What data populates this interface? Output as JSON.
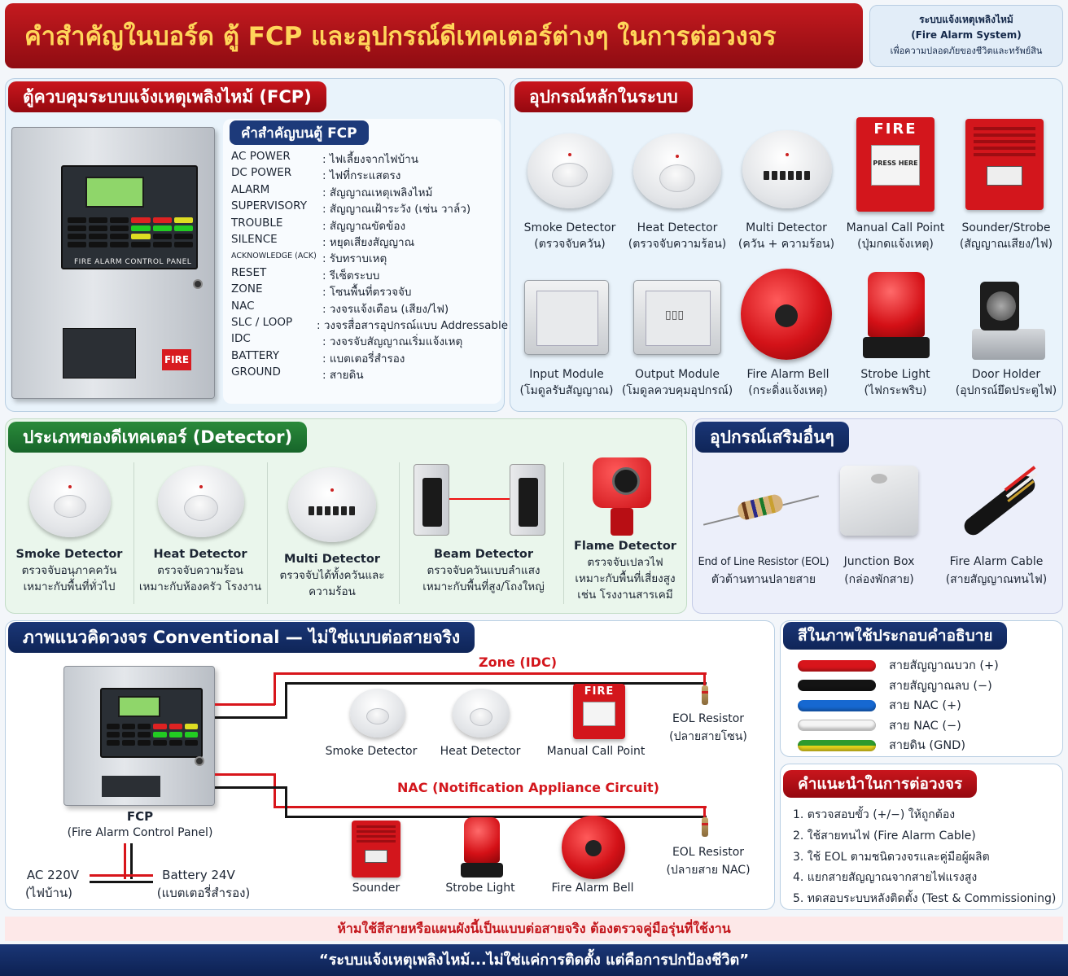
{
  "header": {
    "title": "คำสำคัญในบอร์ด ตู้ FCP และอุปกรณ์ดีเทคเตอร์ต่างๆ ในการต่อวงจร",
    "side_line1": "ระบบแจ้งเหตุเพลิงไหม้",
    "side_line2": "(Fire Alarm System)",
    "side_line3": "เพื่อความปลอดภัยของชีวิตและทรัพย์สิน"
  },
  "fcp_section": {
    "title": "ตู้ควบคุมระบบแจ้งเหตุเพลิงไหม้ (FCP)",
    "panel_label": "FIRE ALARM CONTROL PANEL",
    "fire_label": "FIRE",
    "terms_title": "คำสำคัญบนตู้ FCP",
    "terms": [
      {
        "key": "AC POWER",
        "val": ": ไฟเลี้ยงจากไฟบ้าน"
      },
      {
        "key": "DC POWER",
        "val": ": ไฟที่กระแสตรง"
      },
      {
        "key": "ALARM",
        "val": ": สัญญาณเหตุเพลิงไหม้"
      },
      {
        "key": "SUPERVISORY",
        "val": ": สัญญาณเฝ้าระวัง (เช่น วาล์ว)"
      },
      {
        "key": "TROUBLE",
        "val": ": สัญญาณขัดข้อง"
      },
      {
        "key": "SILENCE",
        "val": ": หยุดเสียงสัญญาณ"
      },
      {
        "key": "ACKNOWLEDGE (ACK)",
        "val": ": รับทราบเหตุ"
      },
      {
        "key": "RESET",
        "val": ": รีเซ็ตระบบ"
      },
      {
        "key": "ZONE",
        "val": ": โซนพื้นที่ตรวจจับ"
      },
      {
        "key": "NAC",
        "val": ": วงจรแจ้งเตือน (เสียง/ไฟ)"
      },
      {
        "key": "SLC / LOOP",
        "val": ": วงจรสื่อสารอุปกรณ์แบบ Addressable"
      },
      {
        "key": "IDC",
        "val": ": วงจรจับสัญญาณเริ่มแจ้งเหตุ"
      },
      {
        "key": "BATTERY",
        "val": ": แบตเตอรี่สำรอง"
      },
      {
        "key": "GROUND",
        "val": ": สายดิน"
      }
    ]
  },
  "devices_section": {
    "title": "อุปกรณ์หลักในระบบ",
    "mcp_text": "FIRE",
    "mcp_press": "PRESS HERE",
    "items": [
      {
        "name": "Smoke Detector",
        "desc": "(ตรวจจับควัน)"
      },
      {
        "name": "Heat Detector",
        "desc": "(ตรวจจับความร้อน)"
      },
      {
        "name": "Multi Detector",
        "desc": "(ควัน + ความร้อน)"
      },
      {
        "name": "Manual Call Point",
        "desc": "(ปุ่มกดแจ้งเหตุ)"
      },
      {
        "name": "Sounder/Strobe",
        "desc": "(สัญญาณเสียง/ไฟ)"
      },
      {
        "name": "Input Module",
        "desc": "(โมดูลรับสัญญาณ)"
      },
      {
        "name": "Output Module",
        "desc": "(โมดูลควบคุมอุปกรณ์)"
      },
      {
        "name": "Fire Alarm Bell",
        "desc": "(กระดิ่งแจ้งเหตุ)"
      },
      {
        "name": "Strobe Light",
        "desc": "(ไฟกระพริบ)"
      },
      {
        "name": "Door Holder",
        "desc": "(อุปกรณ์ยึดประตูไฟ)"
      }
    ]
  },
  "detector_types": {
    "title": "ประเภทของดีเทคเตอร์ (Detector)",
    "items": [
      {
        "name": "Smoke Detector",
        "line1": "ตรวจจับอนุภาคควัน",
        "line2": "เหมาะกับพื้นที่ทั่วไป"
      },
      {
        "name": "Heat Detector",
        "line1": "ตรวจจับความร้อน",
        "line2": "เหมาะกับห้องครัว โรงงาน"
      },
      {
        "name": "Multi Detector",
        "line1": "ตรวจจับได้ทั้งควันและ",
        "line2": "ความร้อน"
      },
      {
        "name": "Beam Detector",
        "line1": "ตรวจจับควันแบบลำแสง",
        "line2": "เหมาะกับพื้นที่สูง/โถงใหญ่"
      },
      {
        "name": "Flame Detector",
        "line1": "ตรวจจับเปลวไฟ",
        "line2": "เหมาะกับพื้นที่เสี่ยงสูง",
        "line3": "เช่น โรงงานสารเคมี"
      }
    ]
  },
  "accessories": {
    "title": "อุปกรณ์เสริมอื่นๆ",
    "items": [
      {
        "name": "End of Line Resistor (EOL)",
        "desc": "ตัวต้านทานปลายสาย"
      },
      {
        "name": "Junction Box",
        "desc": "(กล่องพักสาย)"
      },
      {
        "name": "Fire Alarm Cable",
        "desc": "(สายสัญญาณทนไฟ)"
      }
    ]
  },
  "conventional": {
    "title": "ภาพแนวคิดวงจร Conventional — ไม่ใช่แบบต่อสายจริง",
    "zone_label": "Zone (IDC)",
    "nac_label": "NAC (Notification Appliance Circuit)",
    "fcp_name": "FCP",
    "fcp_desc": "(Fire Alarm Control Panel)",
    "zone_devices": [
      "Smoke Detector",
      "Heat Detector",
      "Manual Call Point"
    ],
    "zone_eol": {
      "name": "EOL Resistor",
      "desc": "(ปลายสายโซน)"
    },
    "nac_devices": [
      "Sounder",
      "Strobe Light",
      "Fire Alarm Bell"
    ],
    "nac_eol": {
      "name": "EOL Resistor",
      "desc": "(ปลายสาย NAC)"
    },
    "ac": {
      "name": "AC 220V",
      "desc": "(ไฟบ้าน)"
    },
    "battery": {
      "name": "Battery 24V",
      "desc": "(แบตเตอรี่สำรอง)"
    },
    "mcp_text": "FIRE"
  },
  "legend": {
    "title": "สีในภาพใช้ประกอบคำอธิบาย",
    "items": [
      {
        "label": "สายสัญญาณบวก (+)",
        "color": "#d8151b"
      },
      {
        "label": "สายสัญญาณลบ (−)",
        "color": "#141414"
      },
      {
        "label": "สาย NAC (+)",
        "color": "#1668d1"
      },
      {
        "label": "สาย NAC (−)",
        "color": "#f4f4f4"
      },
      {
        "label": "สายดิน (GND)",
        "color": "#2e9a2e"
      }
    ]
  },
  "advice": {
    "title": "คำแนะนำในการต่อวงจร",
    "items": [
      "1. ตรวจสอบขั้ว (+/−)  ให้ถูกต้อง",
      "2. ใช้สายทนไฟ  (Fire Alarm Cable)",
      "3. ใช้ EOL ตามชนิดวงจรและคู่มือผู้ผลิต",
      "4. แยกสายสัญญาณจากสายไฟแรงสูง",
      "5. ทดสอบระบบหลังติดตั้ง (Test & Commissioning)"
    ]
  },
  "warning": "ห้ามใช้สีสายหรือแผนผังนี้เป็นแบบต่อสายจริง  ต้องตรวจคู่มือรุ่นที่ใช้งาน",
  "footer": "“ระบบแจ้งเหตุเพลิงไหม้...ไม่ใช่แค่การติดตั้ง แต่คือการปกป้องชีวิต”"
}
